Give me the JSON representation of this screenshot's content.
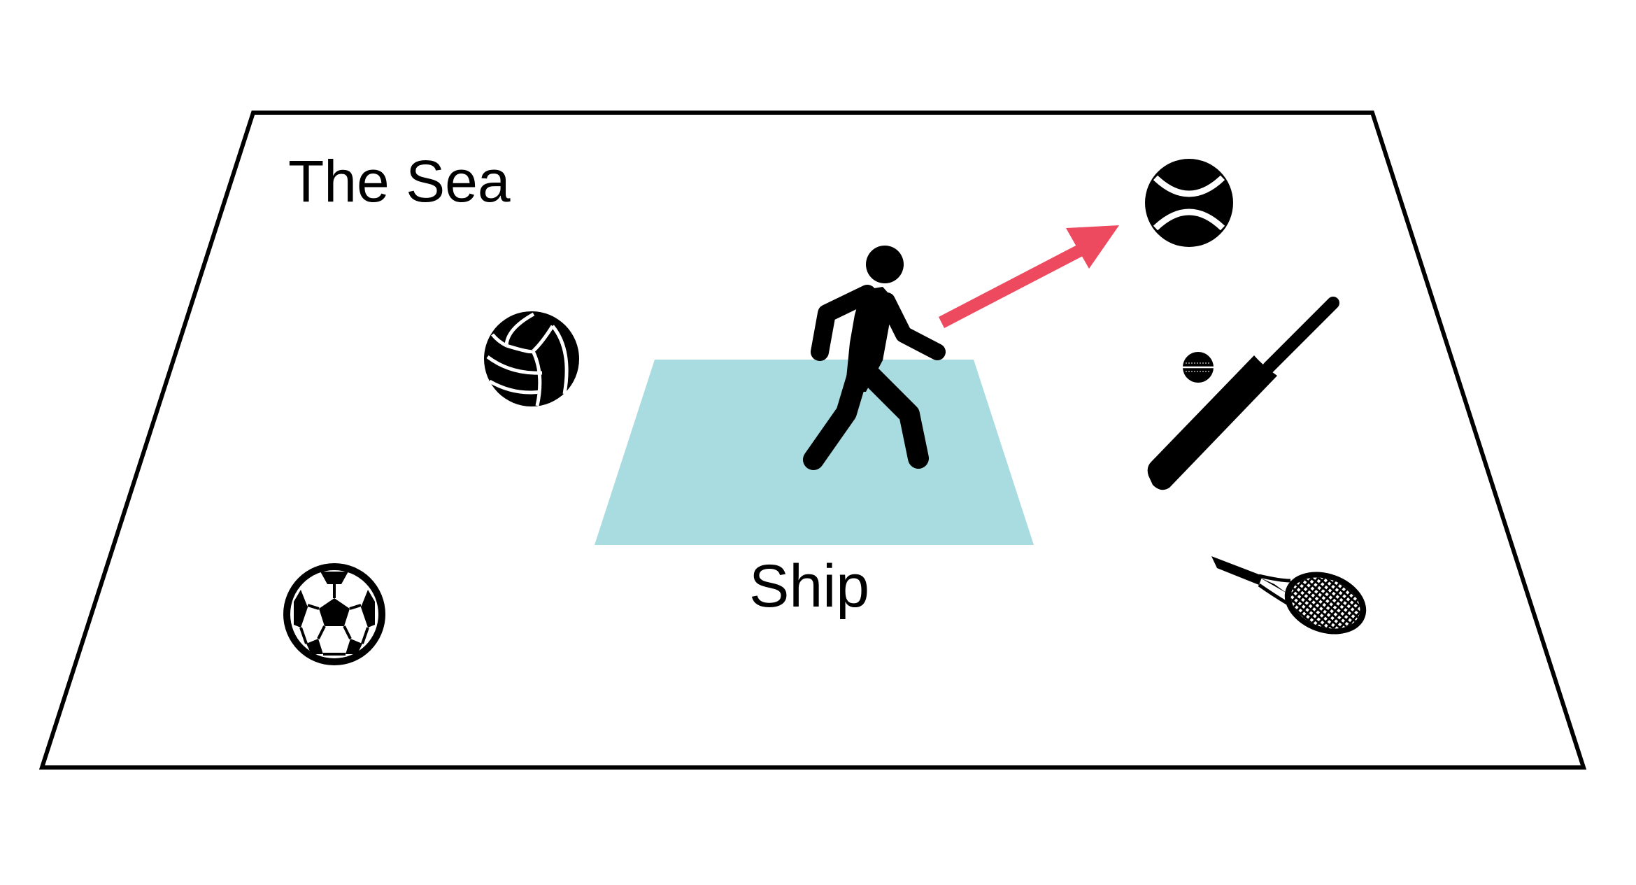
{
  "diagram": {
    "sea": {
      "label": "The Sea",
      "outline_color": "#000000",
      "shape": "trapezoid"
    },
    "ship": {
      "label": "Ship",
      "fill_color": "#a9dce0",
      "shape": "trapezoid"
    },
    "person": {
      "icon": "walking-person-icon",
      "color": "#000000"
    },
    "arrow": {
      "color": "#ee4a5f",
      "direction": "up-right",
      "from": "person",
      "to": "tennis-ball"
    },
    "sports_items": [
      {
        "name": "tennis ball",
        "icon": "tennis-ball-icon"
      },
      {
        "name": "volleyball",
        "icon": "volleyball-icon"
      },
      {
        "name": "soccer ball",
        "icon": "soccer-ball-icon"
      },
      {
        "name": "cricket ball",
        "icon": "cricket-ball-icon"
      },
      {
        "name": "cricket bat",
        "icon": "cricket-bat-icon"
      },
      {
        "name": "tennis racket",
        "icon": "tennis-racket-icon"
      }
    ]
  }
}
